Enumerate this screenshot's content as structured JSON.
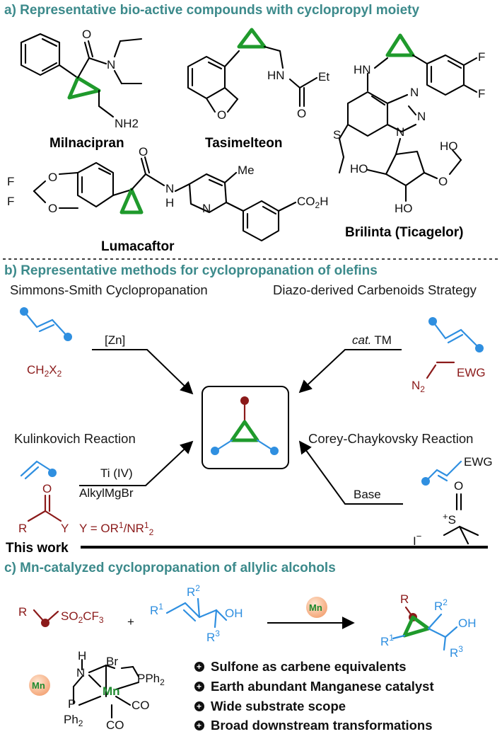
{
  "colors": {
    "section_title": "#3c8a8b",
    "cyclopropane": "#1f9a2c",
    "olefin": "#2f8fe0",
    "carbene": "#8b1a1a",
    "manganese": "#1e8a2e"
  },
  "section_a": {
    "title": "a) Representative bio-active compounds with cyclopropyl moiety"
  },
  "structures": {
    "milnacipran": {
      "name": "Milnacipran",
      "o": "O",
      "n": "N",
      "nh2": "NH2"
    },
    "tasimelteon": {
      "name": "Tasimelteon",
      "o": "O",
      "hn": "HN",
      "et": "Et",
      "o2": "O"
    },
    "brilinta": {
      "name": "Brilinta (Ticagelor)",
      "hn": "HN",
      "f1": "F",
      "f2": "F",
      "n1": "N",
      "n2": "N",
      "n3": "N",
      "s": "S",
      "ho1": "HO",
      "ho2": "HO",
      "ho3": "HO",
      "o": "O"
    },
    "lumacaftor": {
      "name": "Lumacaftor",
      "f1": "F",
      "f2": "F",
      "o1": "O",
      "o2": "O",
      "o3": "O",
      "n": "N",
      "h": "H",
      "n2": "N",
      "me": "Me",
      "co2h_a": "CO",
      "co2h_sub": "2",
      "co2h_b": "H"
    }
  },
  "section_b": {
    "title": "b) Representative methods for cyclopropanation of olefins",
    "methods": [
      "Simmons-Smith Cyclopropanation",
      "Diazo-derived Carbenoids Strategy",
      "Kulinkovich Reaction",
      "Corey-Chaykovsky Reaction"
    ],
    "simmons": {
      "catalyst": "[Zn]",
      "reagent_a": "CH",
      "sub1": "2",
      "reagent_b": "X",
      "sub2": "2"
    },
    "diazo": {
      "cat": "cat.",
      "tm": "TM",
      "n": "N",
      "nsub": "2",
      "ewg": "EWG"
    },
    "kulinkovich": {
      "ti": "Ti (IV)",
      "grignard": "AlkylMgBr",
      "o": "O",
      "r": "R",
      "y": "Y",
      "ydef_a": "Y = OR",
      "sup": "1",
      "ydef_b": "/NR",
      "sub": "2"
    },
    "corey": {
      "ewg": "EWG",
      "base": "Base",
      "o": "O",
      "s": "S",
      "plus": "+",
      "i": "I",
      "minus": "−"
    },
    "this_work": "This work"
  },
  "section_c": {
    "title": "c) Mn-catalyzed cyclopropanation of allylic alcohols",
    "mn": "Mn",
    "plus": "+",
    "sulfone": {
      "r": "R",
      "a": "SO",
      "sub2": "2",
      "b": "CF",
      "sub3": "3"
    },
    "alcohol": {
      "r": "R",
      "one": "1",
      "two": "2",
      "three": "3",
      "oh": "OH"
    },
    "product": {
      "r": "R"
    },
    "complex": {
      "h": "H",
      "n": "N",
      "br": "Br",
      "pph": "PPh",
      "ph": "Ph",
      "sub2": "2",
      "p": "P",
      "mn": "Mn",
      "co": "CO"
    },
    "features": [
      "Sulfone as carbene equivalents",
      "Earth abundant Manganese catalyst",
      "Wide substrate scope",
      "Broad downstream transformations"
    ]
  }
}
